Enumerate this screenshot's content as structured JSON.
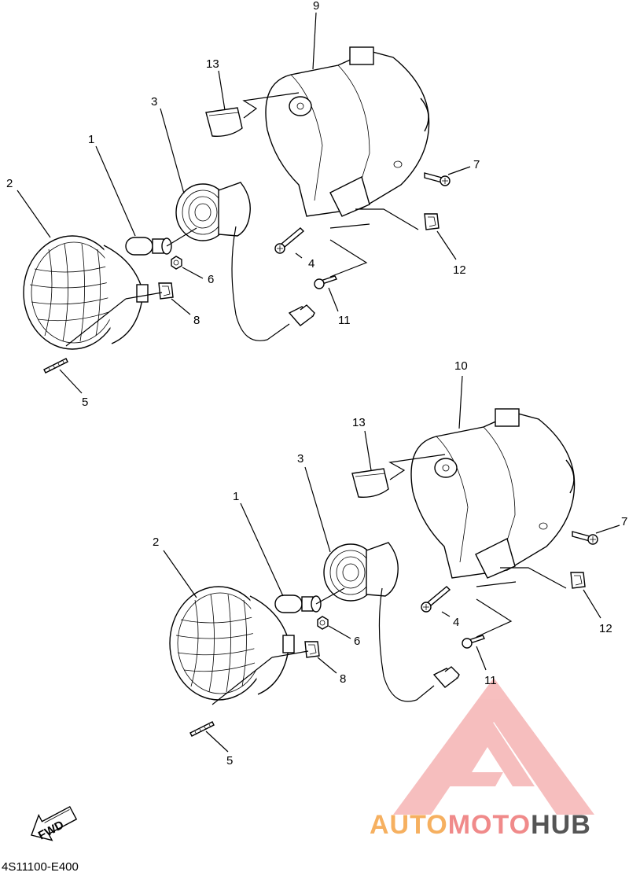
{
  "diagram": {
    "code": "4S11100-E400",
    "fwd_label": "FWD",
    "top_assembly": {
      "callouts": [
        "9",
        "13",
        "3",
        "1",
        "2",
        "7",
        "12",
        "4",
        "6",
        "8",
        "11",
        "5"
      ]
    },
    "bottom_assembly": {
      "callouts": [
        "10",
        "13",
        "3",
        "1",
        "2",
        "7",
        "12",
        "4",
        "6",
        "8",
        "11",
        "5"
      ]
    }
  },
  "watermark": {
    "part1": "AUTO",
    "part2": "MOTO",
    "part3": "HUB",
    "color_auto": "#f6b060",
    "color_moto": "#f08a8a",
    "color_hub": "#555555",
    "logo_color": "#f08a8a"
  }
}
